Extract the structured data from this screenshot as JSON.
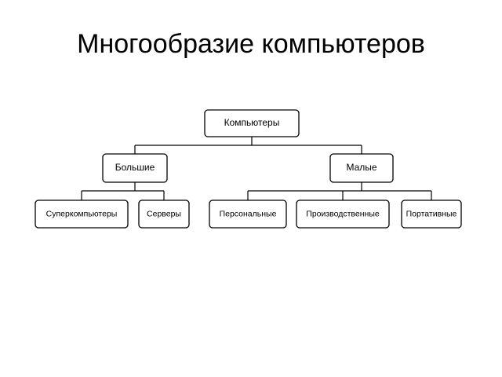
{
  "slide": {
    "title": "Многообразие компьютеров"
  },
  "diagram": {
    "root": "Компьютеры",
    "large": {
      "label": "Большие",
      "children": [
        "Суперкомпьютеры",
        "Серверы"
      ]
    },
    "small": {
      "label": "Малые",
      "children": [
        "Персональные",
        "Производственные",
        "Портативные"
      ]
    }
  }
}
